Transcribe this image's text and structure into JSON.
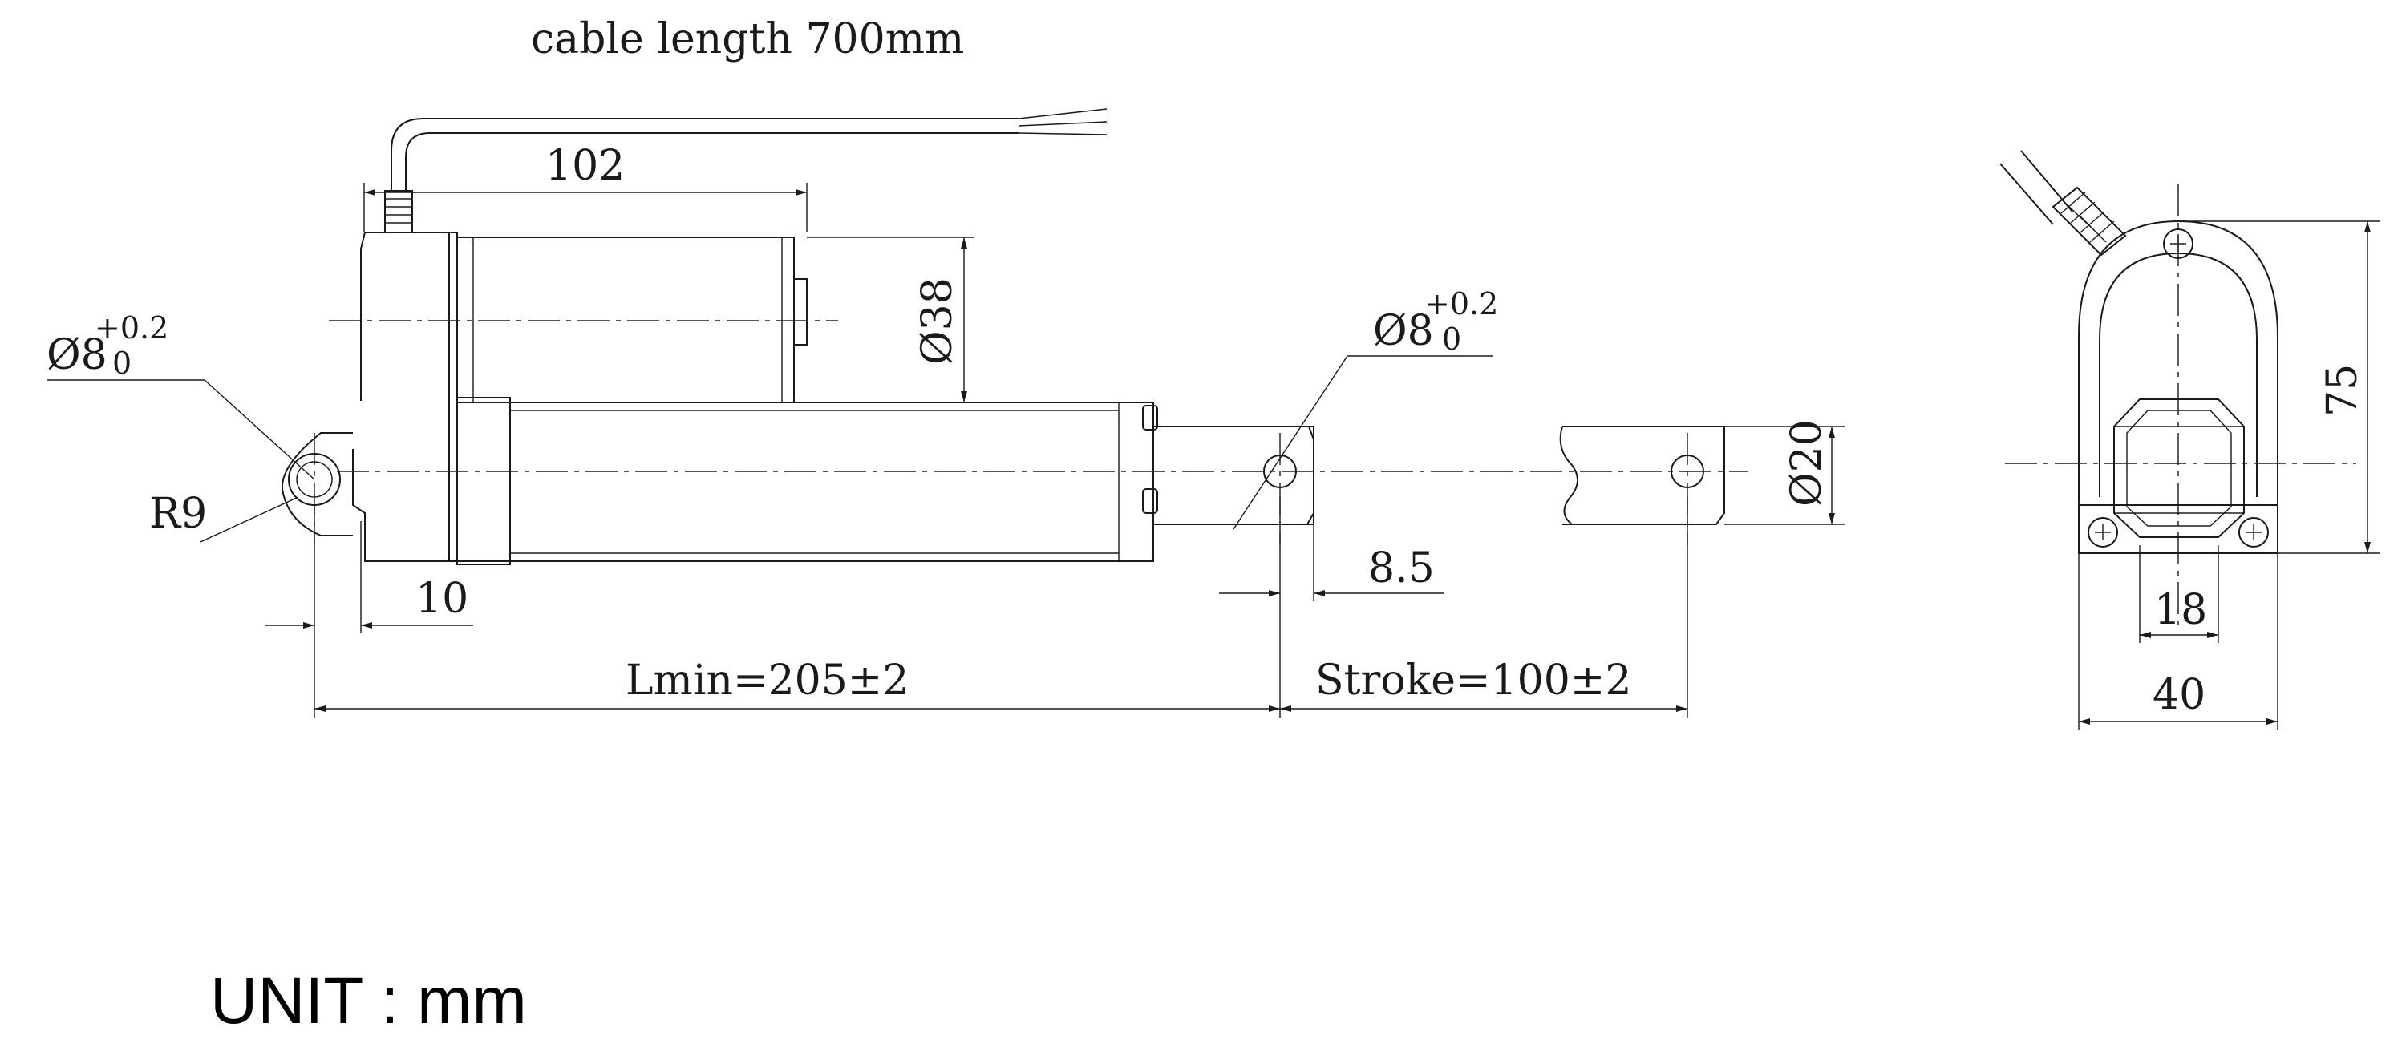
{
  "labels": {
    "cable_length": "cable length 700mm",
    "dim_102": "102",
    "dim_d38": "Ø38",
    "rear_hole": "Ø8",
    "rear_hole_tol_upper": "+0.2",
    "rear_hole_tol_lower": "0",
    "front_hole": "Ø8",
    "front_hole_tol_upper": "+0.2",
    "front_hole_tol_lower": "0",
    "radius": "R9",
    "dim_10": "10",
    "dim_8_5": "8.5",
    "lmin": "Lmin=205±2",
    "stroke": "Stroke=100±2",
    "dim_d20": "Ø20",
    "dim_75": "75",
    "dim_18": "18",
    "dim_40": "40",
    "unit": "UNIT : mm"
  }
}
